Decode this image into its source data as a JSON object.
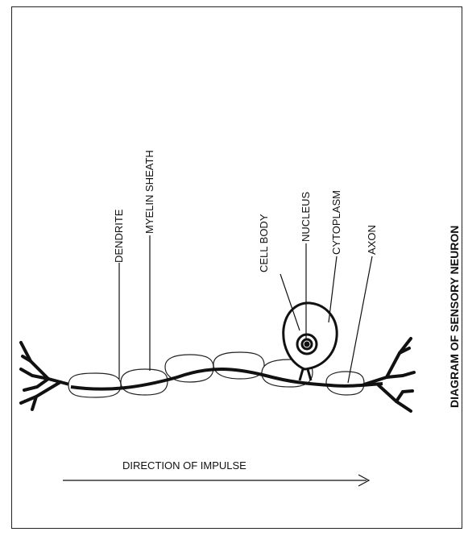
{
  "title": "DIAGRAM OF SENSORY NEURON",
  "labels": {
    "dendrite": "DENDRITE",
    "myelin_sheath": "MYELIN SHEATH",
    "cell_body": "CELL BODY",
    "nucleus": "NUCLEUS",
    "cytoplasm": "CYTOPLASM",
    "axon": "AXON"
  },
  "arrow_text": "DIRECTION OF IMPULSE"
}
